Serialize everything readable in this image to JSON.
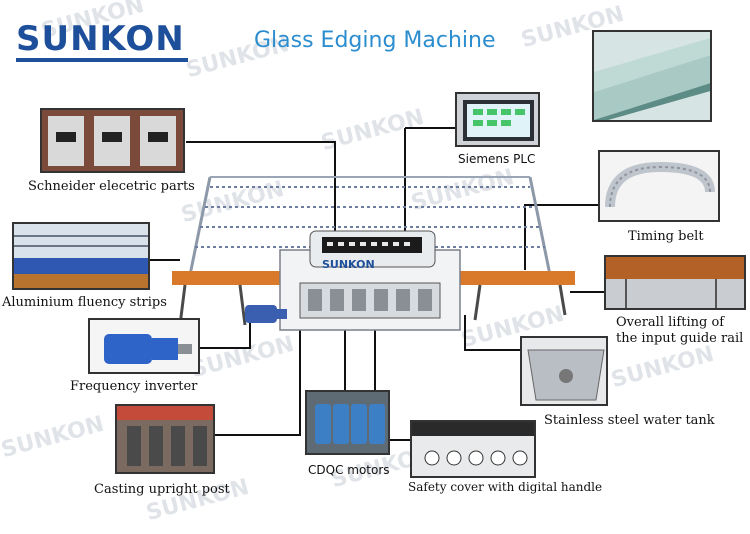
{
  "brand": "SUNKON",
  "title": "Glass Edging Machine",
  "machine_brand": "SUNKON",
  "watermark": "SUNKON",
  "labels": {
    "plc": "Siemens PLC",
    "schneider": "Schneider elecetric parts",
    "timing_belt": "Timing belt",
    "aluminium": "Aluminium fluency strips",
    "lifting_line1": "Overall lifting of",
    "lifting_line2": "the input guide rail",
    "inverter": "Frequency inverter",
    "water_tank": "Stainless steel water tank",
    "casting": "Casting upright post",
    "cdqc": "CDQC motors",
    "safety_cover": "Safety cover with digital handle"
  },
  "colors": {
    "brand_blue": "#1d4f9a",
    "title_blue": "#2c8dcf",
    "machine_orange": "#d97a2b",
    "connector": "#111111"
  }
}
